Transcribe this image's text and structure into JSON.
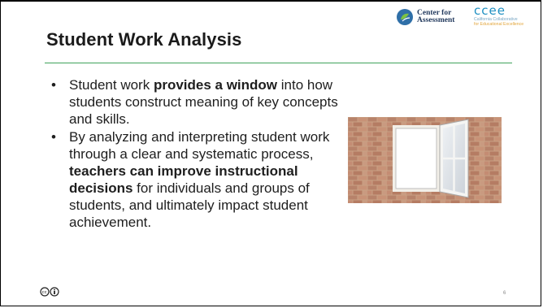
{
  "slide": {
    "title": "Student Work Analysis",
    "page_number": "6",
    "license_icon": "creative-commons-by-icon"
  },
  "logos": {
    "cfa_line1": "Center for",
    "cfa_line2": "Assessment",
    "ccee_name": "ccee",
    "ccee_line1": "California Collaborative",
    "ccee_line2": "for Educational Excellence",
    "colors": {
      "cfa_blue": "#233a5e",
      "ccee_blue": "#1d8fc2",
      "ccee_orange": "#e2a53b",
      "accent_green": "#3fa35b"
    }
  },
  "bullets": [
    {
      "pre": "Student work ",
      "bold": "provides a window",
      "post": " into how students construct meaning of key concepts and skills."
    },
    {
      "pre": "By analyzing and interpreting student work through a clear and systematic process, ",
      "bold": "teachers can improve instructional decisions",
      "post": " for individuals and groups of students, and ultimately impact student achievement."
    }
  ],
  "image": {
    "subject": "window-in-brick-wall-illustration"
  }
}
